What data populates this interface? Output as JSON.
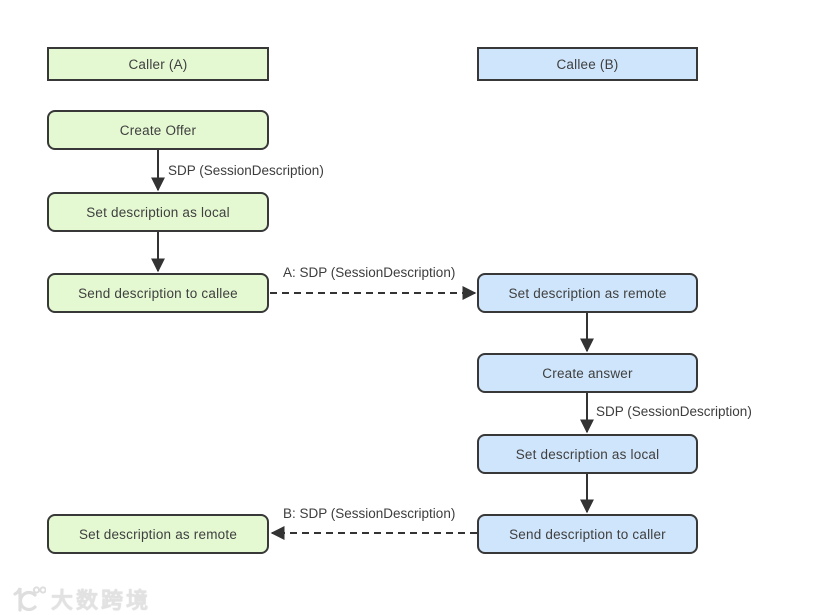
{
  "diagram": {
    "caller": {
      "header": "Caller (A)",
      "steps": {
        "create_offer": "Create Offer",
        "set_local": "Set description as local",
        "send_to_callee": "Send description to callee",
        "set_remote": "Set description as remote"
      }
    },
    "callee": {
      "header": "Callee (B)",
      "steps": {
        "set_remote": "Set description as remote",
        "create_answer": "Create answer",
        "set_local": "Set description as local",
        "send_to_caller": "Send description to caller"
      }
    },
    "arrow_labels": {
      "offer_sdp": "SDP (SessionDescription)",
      "a_transfer": "A: SDP (SessionDescription)",
      "answer_sdp": "SDP (SessionDescription)",
      "b_transfer": "B: SDP (SessionDescription)"
    },
    "colors": {
      "caller_fill": "#e4f9d2",
      "callee_fill": "#cfe5fb",
      "node_border": "#383838",
      "arrow": "#333333",
      "text": "#3f3f3f",
      "watermark": "#e2e2e2"
    },
    "watermark": {
      "logo_icon": "100-kuajing-logo-icon",
      "text": "大数跨境"
    }
  }
}
